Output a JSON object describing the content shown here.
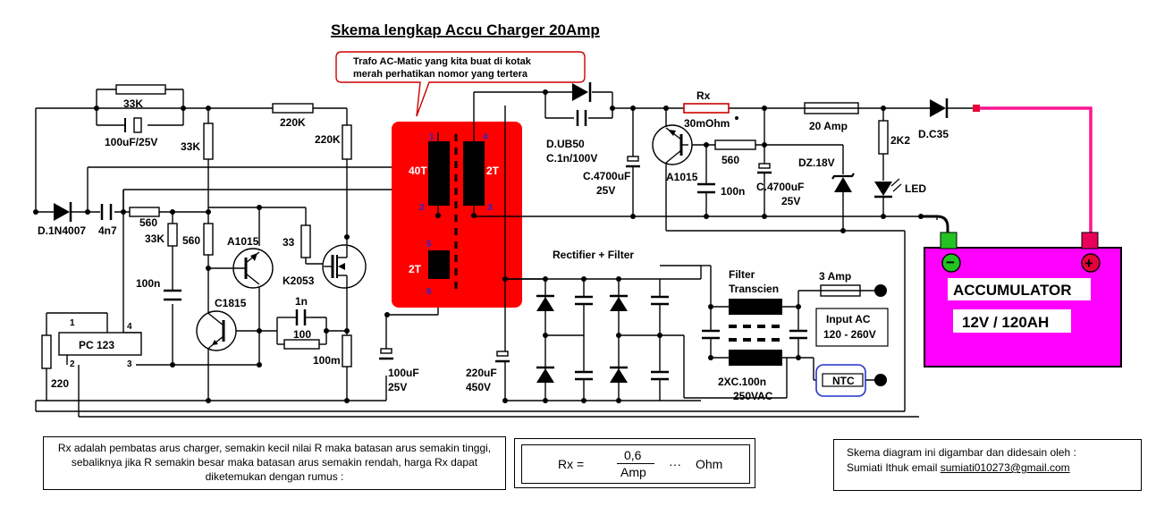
{
  "title": "Skema lengkap Accu Charger 20Amp",
  "callout": {
    "line1": "Trafo AC-Matic yang kita buat di kotak",
    "line2": "merah perhatikan nomor yang tertera"
  },
  "transformer": {
    "pin_labels": [
      "1",
      "4",
      "2",
      "3",
      "5",
      "6"
    ],
    "winding_labels": [
      "40T",
      "2T",
      "2T"
    ]
  },
  "components": {
    "r_33k_top": "33K",
    "c_100uf_top": "100uF/25V",
    "r_220k_a": "220K",
    "r_220k_b": "220K",
    "r_33k_v": "33K",
    "d_1n4007": "D.1N4007",
    "c_4n7": "4n7",
    "r_560_a": "560",
    "r_33k_b": "33K",
    "r_560_b": "560",
    "q_a1015_a": "A1015",
    "r_33": "33",
    "q_k2053": "K2053",
    "c_100n_a": "100n",
    "q_c1815": "C1815",
    "c_1n": "1n",
    "r_100": "100",
    "r_100m": "100m",
    "ic_pc123": "PC 123",
    "ic_pins": [
      "1",
      "2",
      "3",
      "4"
    ],
    "r_220": "220",
    "c_100uf": "100uF",
    "c_100uf_v": "25V",
    "c_220uf": "220uF",
    "c_220uf_v": "450V",
    "d_ub50": "D.UB50",
    "c_1n_100v": "C.1n/100V",
    "c_4700_a": "C.4700uF",
    "c_4700_a_v": "25V",
    "rx": "Rx",
    "rx_val": "30mOhm",
    "q_a1015_b": "A1015",
    "r_560_c": "560",
    "c_100n_b": "100n",
    "c_4700_b": "C.4700uF",
    "c_4700_b_v": "25V",
    "fuse_20a": "20 Amp",
    "dz_18v": "DZ.18V",
    "r_2k2": "2K2",
    "led": "LED",
    "d_c35": "D.C35",
    "rectifier_filter": "Rectifier + Filter",
    "filter_transcien": [
      "Filter",
      "Transcien"
    ],
    "fuse_3a": "3 Amp",
    "input_ac": [
      "Input AC",
      "120 - 260V"
    ],
    "ntc": "NTC",
    "cx": [
      "2XC.100n",
      "250VAC"
    ]
  },
  "accumulator": {
    "label": "ACCUMULATOR",
    "rating": "12V / 120AH",
    "minus": "−",
    "plus": "+"
  },
  "note_rx": "Rx  adalah pembatas arus charger, semakin kecil nilai R maka batasan arus semakin tinggi, sebaliknya jika R semakin besar maka batasan arus semakin rendah, harga Rx dapat diketemukan dengan rumus :",
  "formula": {
    "lhs": "Rx  =",
    "numerator": "0,6",
    "denominator": "Amp",
    "dots": "···",
    "unit": "Ohm"
  },
  "credit": {
    "line1": "Skema diagram ini digambar dan didesain oleh :",
    "name": "Sumiati Ithuk  email",
    "email": "sumiati010273@gmail.com"
  },
  "colors": {
    "transformer_box": "#ff0000",
    "accumulator_box": "#ff00ff",
    "positive_wire": "#ff1493",
    "terminal_minus": "#22c322",
    "terminal_plus": "#e8005a",
    "ntc_border": "#2233cc"
  }
}
